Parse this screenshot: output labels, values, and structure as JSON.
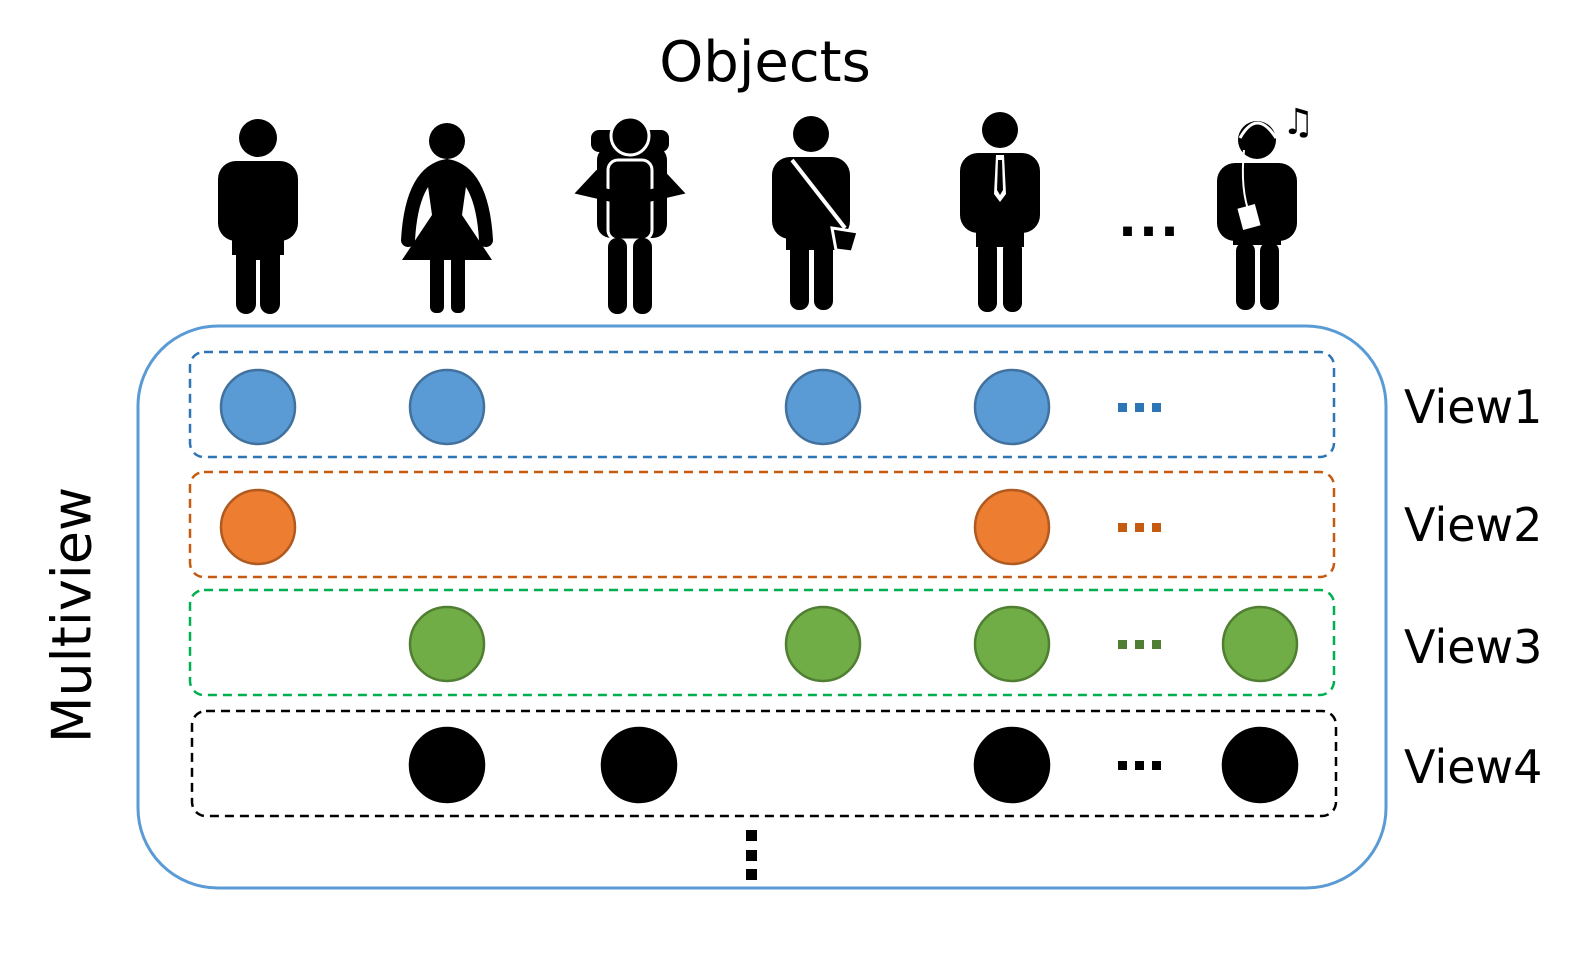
{
  "title": "Objects",
  "side_label": "Multiview",
  "objects": [
    {
      "icon": "man-icon"
    },
    {
      "icon": "woman-in-dress-icon"
    },
    {
      "icon": "backpacker-icon"
    },
    {
      "icon": "messenger-bag-man-icon"
    },
    {
      "icon": "businessman-with-tie-icon"
    },
    {
      "icon": "man-with-music-player-icon"
    }
  ],
  "object_ellipsis": "...",
  "colors": {
    "container_border": "#5B9BD5",
    "view1_fill": "#5B9BD5",
    "view1_stroke": "#41719C",
    "view1_dash": "#2E75B6",
    "view2_fill": "#ED7D31",
    "view2_stroke": "#AE5A21",
    "view2_dash": "#C55A11",
    "view3_fill": "#70AD47",
    "view3_stroke": "#507E32",
    "view3_dash": "#00B050",
    "view4_fill": "#000000",
    "view4_stroke": "#000000",
    "view4_dash": "#000000"
  },
  "views": [
    {
      "label": "View1",
      "present": [
        true,
        true,
        false,
        true,
        true,
        false
      ]
    },
    {
      "label": "View2",
      "present": [
        true,
        false,
        false,
        false,
        true,
        false
      ]
    },
    {
      "label": "View3",
      "present": [
        false,
        true,
        false,
        true,
        true,
        true
      ]
    },
    {
      "label": "View4",
      "present": [
        false,
        true,
        true,
        false,
        true,
        true
      ]
    }
  ]
}
